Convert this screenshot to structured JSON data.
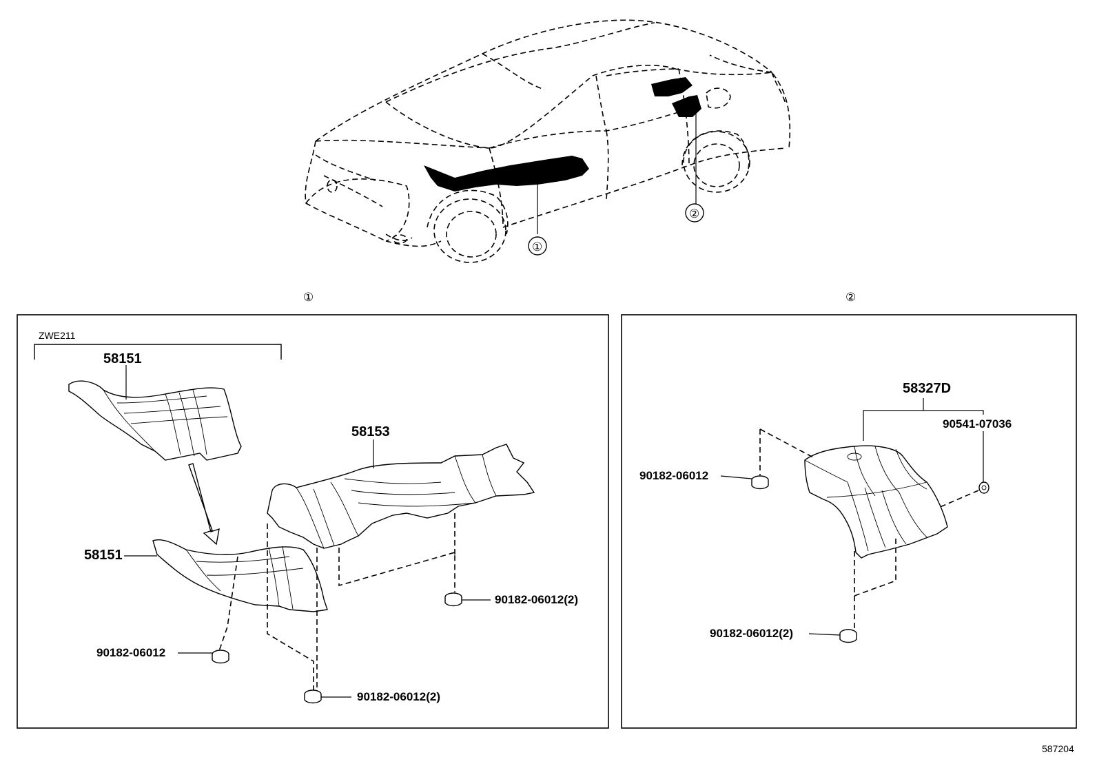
{
  "callouts": {
    "c1": "①",
    "c2": "②"
  },
  "panel1": {
    "variant_label": "ZWE211",
    "part_upper": "58151",
    "part_lower": "58151",
    "part_main": "58153",
    "nut_left": "90182-06012",
    "nut_bottom": "90182-06012(2)",
    "nut_right": "90182-06012(2)"
  },
  "panel2": {
    "part_main": "58327D",
    "clip": "90541-07036",
    "nut_left": "90182-06012",
    "nut_bottom": "90182-06012(2)"
  },
  "illustration_number": "587204"
}
